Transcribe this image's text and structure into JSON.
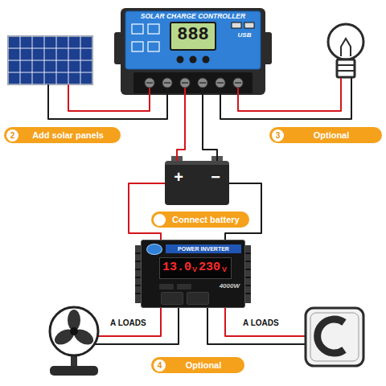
{
  "diagram": {
    "nodes": [
      {
        "text": [
          "SOLAR CHARGE CONTROLLER",
          "888",
          "USB"
        ]
      },
      {
        "text": [
          "2",
          "Add solar panels"
        ]
      },
      {
        "text": [
          "3",
          "Optional"
        ]
      },
      {
        "text": [
          "+",
          "−"
        ]
      },
      {
        "text": [
          "Connect battery"
        ]
      },
      {
        "text": [
          "POWER INVERTER",
          "13.0",
          "V",
          "230",
          "V",
          "4000W"
        ]
      },
      {
        "text": [
          "4",
          "Optional"
        ]
      }
    ],
    "edges": [
      {
        "from": 0,
        "to": 3,
        "arrow": "none"
      },
      {
        "from": 0,
        "to": 3,
        "arrow": "none"
      },
      {
        "from": 3,
        "to": 5,
        "arrow": "none"
      },
      {
        "from": 3,
        "to": 5,
        "arrow": "none"
      }
    ],
    "labels": [
      "A LOADS",
      "A LOADS"
    ]
  }
}
